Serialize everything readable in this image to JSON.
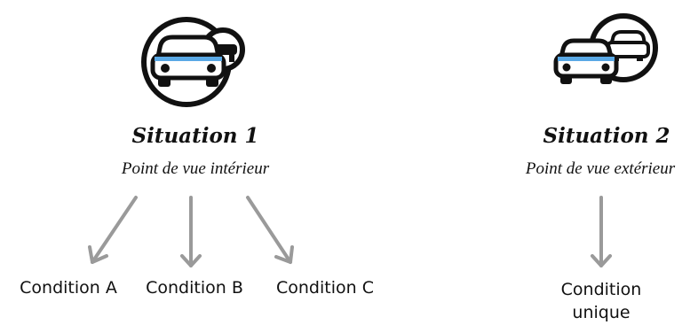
{
  "situations": [
    {
      "title": "Situation 1",
      "subtitle": "Point de vue intérieur",
      "conditions": [
        "Condition A",
        "Condition B",
        "Condition C"
      ]
    },
    {
      "title": "Situation 2",
      "subtitle": "Point de vue extérieur",
      "conditions": [
        "Condition",
        "unique"
      ]
    }
  ],
  "icons": {
    "situation_1": "car-interior-view-icon",
    "situation_2": "car-exterior-view-icon"
  },
  "colors": {
    "accent": "#5aa9e6",
    "arrow": "#9a9a9a",
    "ink": "#111111"
  }
}
